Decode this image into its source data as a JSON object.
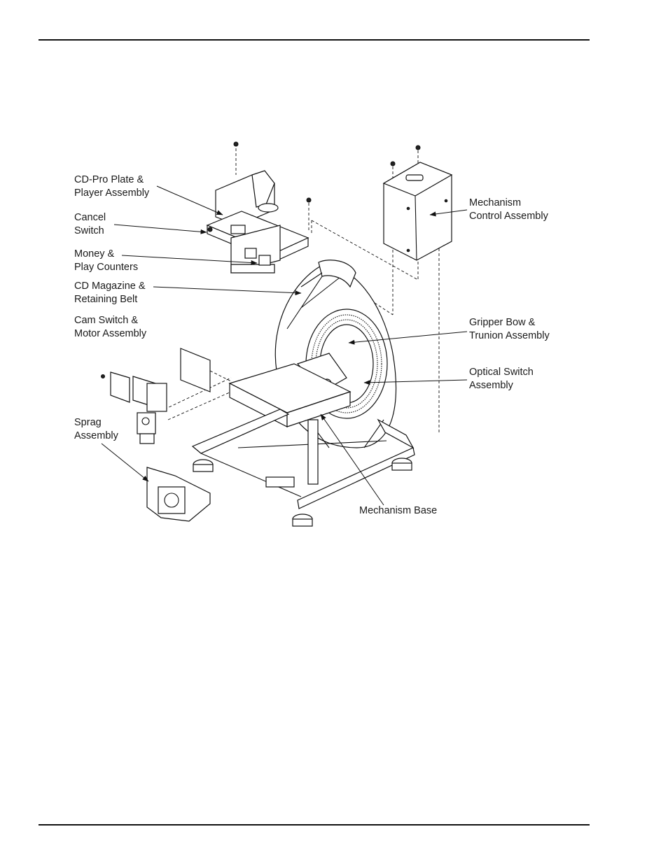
{
  "labels": {
    "cd_pro_plate": "CD-Pro Plate &\nPlayer Assembly",
    "cancel_switch": "Cancel\nSwitch",
    "money_counters": "Money &\nPlay Counters",
    "cd_magazine": "CD Magazine &\nRetaining Belt",
    "cam_switch": "Cam Switch &\nMotor Assembly",
    "sprag": "Sprag\nAssembly",
    "mechanism_control": "Mechanism\nControl Assembly",
    "gripper_bow": "Gripper Bow &\nTrunion Assembly",
    "optical_switch": "Optical Switch\nAssembly",
    "mechanism_base": "Mechanism Base"
  }
}
